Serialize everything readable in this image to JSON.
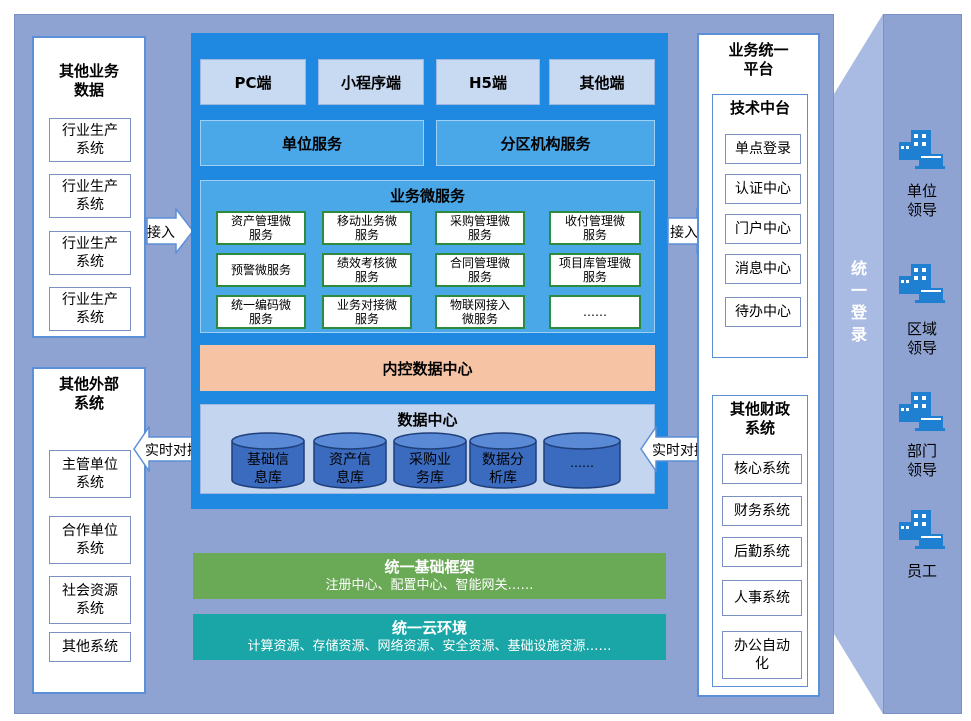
{
  "left": {
    "biz_data": {
      "title": "其他业务\n数据",
      "items": [
        "行业生产\n系统",
        "行业生产\n系统",
        "行业生产\n系统",
        "行业生产\n系统"
      ]
    },
    "external": {
      "title": "其他外部\n系统",
      "items": [
        "主管单位\n系统",
        "合作单位\n系统",
        "社会资源\n系统",
        "其他系统"
      ]
    }
  },
  "arrows": {
    "left_access": "接入",
    "right_access": "接入",
    "left_realtime": "实时对接",
    "right_realtime": "实时对接"
  },
  "clients": [
    "PC端",
    "小程序端",
    "H5端",
    "其他端"
  ],
  "services": [
    "单位服务",
    "分区机构服务"
  ],
  "microservices": {
    "title": "业务微服务",
    "items": [
      "资产管理微\n服务",
      "移动业务微\n服务",
      "采购管理微\n服务",
      "收付管理微\n服务",
      "预警微服务",
      "绩效考核微\n服务",
      "合同管理微\n服务",
      "项目库管理微\n服务",
      "统一编码微\n服务",
      "业务对接微\n服务",
      "物联网接入\n微服务",
      "……"
    ]
  },
  "internal_control": "内控数据中心",
  "data_center": {
    "title": "数据中心",
    "dbs": [
      "基础信\n息库",
      "资产信\n息库",
      "采购业\n务库",
      "数据分\n析库",
      "……"
    ]
  },
  "framework": {
    "title": "统一基础框架",
    "sub": "注册中心、配置中心、智能网关……"
  },
  "cloud": {
    "title": "统一云环境",
    "sub": "计算资源、存储资源、网络资源、安全资源、基础设施资源……"
  },
  "right": {
    "platform_title": "业务统一\n平台",
    "tech": {
      "title": "技术中台",
      "items": [
        "单点登录",
        "认证中心",
        "门户中心",
        "消息中心",
        "待办中心"
      ]
    },
    "finance": {
      "title": "其他财政\n系统",
      "items": [
        "核心系统",
        "财务系统",
        "后勤系统",
        "人事系统",
        "办公自动\n化"
      ]
    }
  },
  "login": "统\n一\n登\n录",
  "roles": [
    "单位\n领导",
    "区域\n领导",
    "部门\n领导",
    "员工"
  ],
  "colors": {
    "outer": "#8fa3d3",
    "center": "#1f88e0",
    "service": "#4aa7e8",
    "control": "#f6c4a5",
    "framework": "#6aa956",
    "cloud": "#1aa6a6",
    "db": "#3b6bbf"
  }
}
